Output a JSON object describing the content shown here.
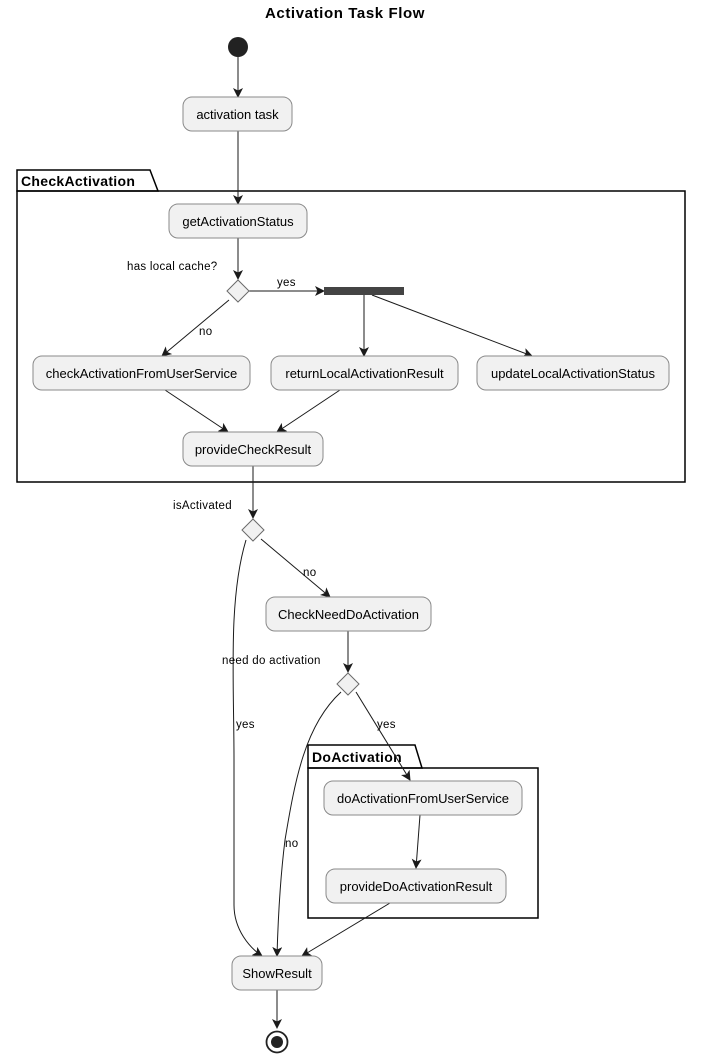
{
  "title": "Activation Task Flow",
  "packages": {
    "check": "CheckActivation",
    "do": "DoActivation"
  },
  "nodes": {
    "activation_task": "activation task",
    "get_activation_status": "getActivationStatus",
    "check_from_user_service": "checkActivationFromUserService",
    "return_local_result": "returnLocalActivationResult",
    "update_local_status": "updateLocalActivationStatus",
    "provide_check_result": "provideCheckResult",
    "check_need_do_activation": "CheckNeedDoActivation",
    "do_activation_from_user_service": "doActivationFromUserService",
    "provide_do_activation_result": "provideDoActivationResult",
    "show_result": "ShowResult"
  },
  "decisions": {
    "has_local_cache": "has local cache?",
    "is_activated": "isActivated",
    "need_do_activation": "need do activation"
  },
  "edge_labels": {
    "cache_yes": "yes",
    "cache_no": "no",
    "activated_no": "no",
    "activated_yes": "yes",
    "need_yes": "yes",
    "need_no": "no"
  },
  "colors": {
    "node_fill": "#f1f1f1",
    "node_border": "#8a8a8a",
    "fork_bar": "#444444",
    "line": "#1a1a1a"
  }
}
